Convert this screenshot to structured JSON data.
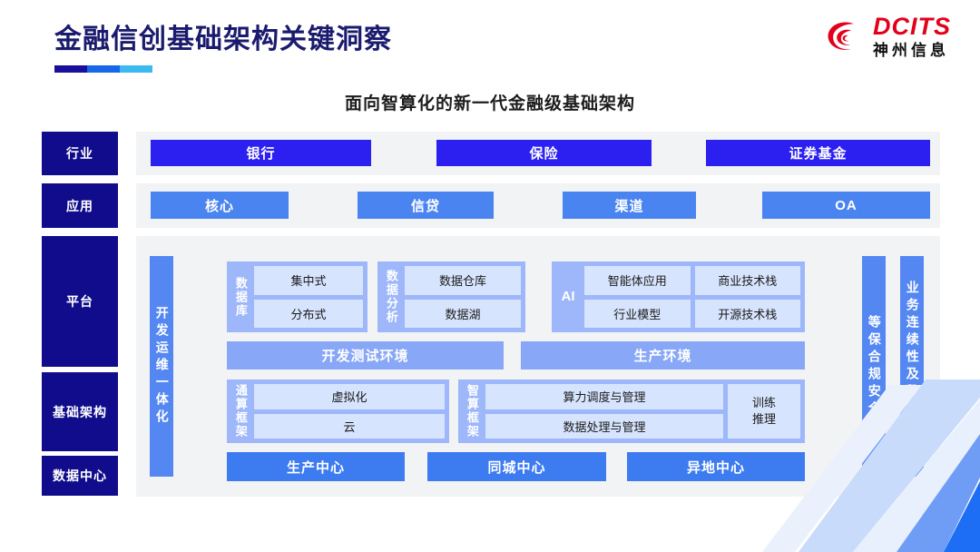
{
  "header": {
    "title": "金融信创基础架构关键洞察",
    "rule_colors": [
      "#1a0f9c",
      "#1668e8",
      "#3bb9f0"
    ]
  },
  "logo": {
    "mark": "dcits-swirl-icon",
    "en": "DCITS",
    "cn": "神州信息",
    "color": "#e3001b"
  },
  "subtitle": "面向智算化的新一代金融级基础架构",
  "diagram": {
    "side_labels": [
      {
        "key": "industry",
        "label": "行业"
      },
      {
        "key": "application",
        "label": "应用"
      },
      {
        "key": "platform",
        "label": "平台"
      },
      {
        "key": "infrastructure",
        "label": "基础架构"
      },
      {
        "key": "datacenter",
        "label": "数据中心"
      }
    ],
    "industry_row": [
      "银行",
      "保险",
      "证券基金"
    ],
    "application_row": [
      "核心",
      "信贷",
      "渠道",
      "OA"
    ],
    "vertical_bars": {
      "devops": "开发运维一体化",
      "security": "等保合规安全",
      "continuity": "业务连续性及数据保护"
    },
    "platform_groups": [
      {
        "tag": "数据库",
        "rows": [
          [
            "集中式"
          ],
          [
            "分布式"
          ]
        ]
      },
      {
        "tag": "数据分析",
        "rows": [
          [
            "数据仓库"
          ],
          [
            "数据湖"
          ]
        ]
      },
      {
        "tag": "AI",
        "rows": [
          [
            "智能体应用",
            "商业技术栈"
          ],
          [
            "行业模型",
            "开源技术栈"
          ]
        ]
      }
    ],
    "environment_bars": [
      "开发测试环境",
      "生产环境"
    ],
    "compute_groups": [
      {
        "tag": "通算框架",
        "rows": [
          [
            "虚拟化"
          ],
          [
            "云"
          ]
        ],
        "side_cell": null
      },
      {
        "tag": "智算框架",
        "rows": [
          [
            "算力调度与管理"
          ],
          [
            "数据处理与管理"
          ]
        ],
        "side_cell": "训练\n推理"
      }
    ],
    "datacenter_bars": [
      "生产中心",
      "同城中心",
      "异地中心"
    ],
    "colors": {
      "navy": "#100c8c",
      "industry_chip": "#2b20ef",
      "app_chip": "#4a84f0",
      "group_bg": "#9db7fa",
      "cell_bg": "#d7e4fd",
      "env_bar": "#89a7f7",
      "dc_bar": "#3d7bf0",
      "band_bg": "#f2f3f5"
    }
  }
}
